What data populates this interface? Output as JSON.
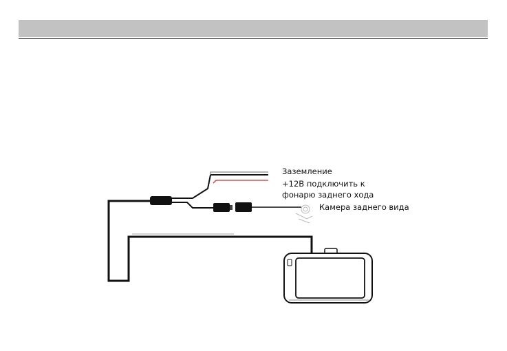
{
  "header": {
    "bar_color": "#c2c2c2"
  },
  "diagram": {
    "labels": {
      "ground": "Заземление",
      "power_line1": "+12В подключить к",
      "power_line2": "фонарю заднего хода",
      "rear_camera": "Камера заднего вида"
    },
    "colors": {
      "cable": "#111111",
      "ground_wire": "#8a8a8a",
      "power_wire": "#d42a2a"
    }
  }
}
